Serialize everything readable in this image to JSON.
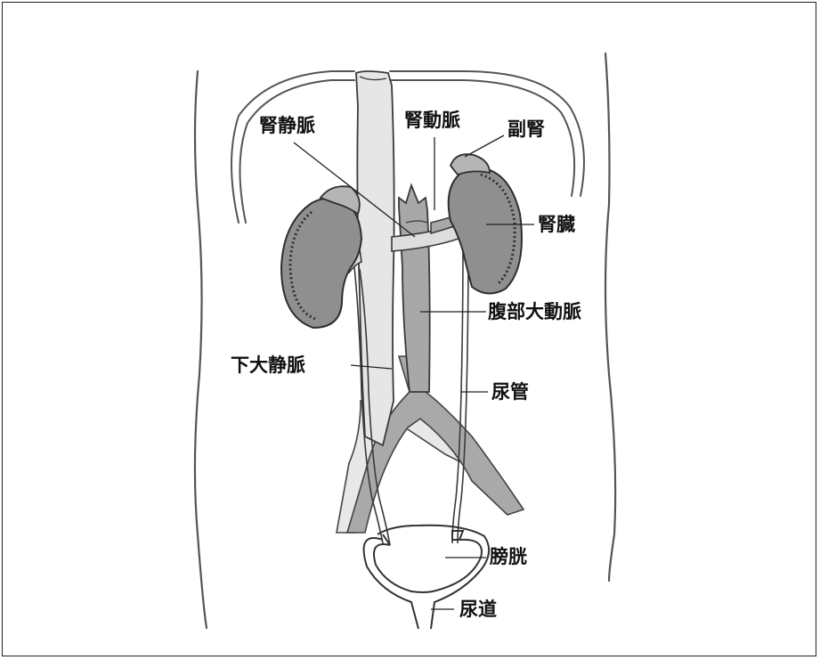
{
  "diagram": {
    "labels": {
      "renal_vein": "腎静脈",
      "renal_artery": "腎動脈",
      "adrenal_gland": "副腎",
      "kidney": "腎臓",
      "abdominal_aorta": "腹部大動脈",
      "inferior_vena_cava": "下大静脈",
      "ureter": "尿管",
      "bladder": "膀胱",
      "urethra": "尿道"
    },
    "colors": {
      "outline": "#3a3a3a",
      "kidney_fill": "#8f8f8f",
      "aorta_fill": "#a8a8a8",
      "vein_fill": "#e6e6e6",
      "adrenal_fill": "#b5b5b5"
    }
  }
}
